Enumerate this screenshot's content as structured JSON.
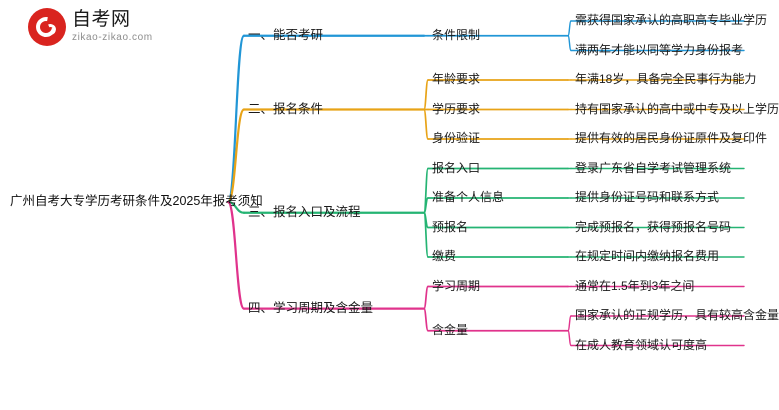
{
  "logo": {
    "title": "自考网",
    "subtitle": "zikao-zikao.com",
    "mark_color": "#d9241f"
  },
  "mindmap": {
    "root": "广州自考大专学历考研条件及2025年报考须知",
    "branches": [
      {
        "label": "一、能否考研",
        "color": "#2196d6",
        "children": [
          {
            "label": "条件限制",
            "details": [
              "需获得国家承认的高职高专毕业学历",
              "满两年才能以同等学力身份报考"
            ]
          }
        ]
      },
      {
        "label": "二、报名条件",
        "color": "#e8a317",
        "children": [
          {
            "label": "年龄要求",
            "details": [
              "年满18岁，具备完全民事行为能力"
            ]
          },
          {
            "label": "学历要求",
            "details": [
              "持有国家承认的高中或中专及以上学历"
            ]
          },
          {
            "label": "身份验证",
            "details": [
              "提供有效的居民身份证原件及复印件"
            ]
          }
        ]
      },
      {
        "label": "三、报名入口及流程",
        "color": "#25b473",
        "children": [
          {
            "label": "报名入口",
            "details": [
              "登录广东省自学考试管理系统"
            ]
          },
          {
            "label": "准备个人信息",
            "details": [
              "提供身份证号码和联系方式"
            ]
          },
          {
            "label": "预报名",
            "details": [
              "完成预报名，获得预报名号码"
            ]
          },
          {
            "label": "缴费",
            "details": [
              "在规定时间内缴纳报名费用"
            ]
          }
        ]
      },
      {
        "label": "四、学习周期及含金量",
        "color": "#e0338c",
        "children": [
          {
            "label": "学习周期",
            "details": [
              "通常在1.5年到3年之间"
            ]
          },
          {
            "label": "含金量",
            "details": [
              "国家承认的正规学历，具有较高含金量",
              "在成人教育领域认可度高"
            ]
          }
        ]
      }
    ]
  }
}
